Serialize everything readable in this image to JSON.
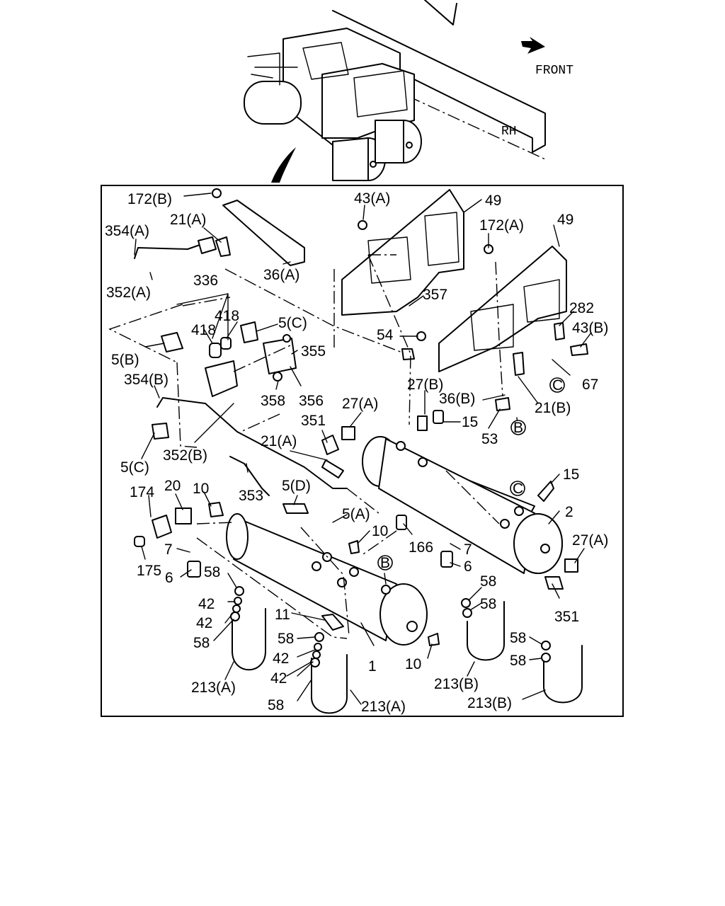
{
  "orientation": {
    "front": "FRONT",
    "side": "RH"
  },
  "callouts": {
    "c172B": "172(B)",
    "c43A": "43(A)",
    "c49a": "49",
    "c21A_top": "21(A)",
    "c354A": "354(A)",
    "c172A": "172(A)",
    "c49b": "49",
    "c36A": "36(A)",
    "c352A": "352(A)",
    "c336": "336",
    "c418a": "418",
    "c418b": "418",
    "c357": "357",
    "c282": "282",
    "c5C_top": "5(C)",
    "c43B": "43(B)",
    "c54": "54",
    "c5B": "5(B)",
    "c355": "355",
    "c67": "67",
    "c354B": "354(B)",
    "c27B": "27(B)",
    "c358": "358",
    "c356": "356",
    "c27A_top": "27(A)",
    "c36B": "36(B)",
    "c21B": "21(B)",
    "c351_top": "351",
    "c15a": "15",
    "c53": "53",
    "c352B": "352(B)",
    "c21A_mid": "21(A)",
    "c5C_low": "5(C)",
    "c15b": "15",
    "c174": "174",
    "c20": "20",
    "c10a": "10",
    "c353": "353",
    "c5D": "5(D)",
    "c2": "2",
    "c5A": "5(A)",
    "c10b": "10",
    "c7a": "7",
    "c166": "166",
    "c7b": "7",
    "c27A_low": "27(A)",
    "c175": "175",
    "c6a": "6",
    "c58a": "58",
    "c6b": "6",
    "c58b": "58",
    "c58c": "58",
    "c42a": "42",
    "c42b": "42",
    "c58d": "58",
    "c351_low": "351",
    "c11": "11",
    "c58e": "58",
    "c58f": "58",
    "c42c": "42",
    "c58g": "58",
    "c1": "1",
    "c10c": "10",
    "c42d": "42",
    "c213Ba": "213(B)",
    "c213Aa": "213(A)",
    "c58h": "58",
    "c213Ab": "213(A)",
    "c213Bb": "213(B)"
  },
  "reference_marks": {
    "B_top": "B",
    "C_top": "C",
    "C_low": "C",
    "B_low": "B"
  }
}
